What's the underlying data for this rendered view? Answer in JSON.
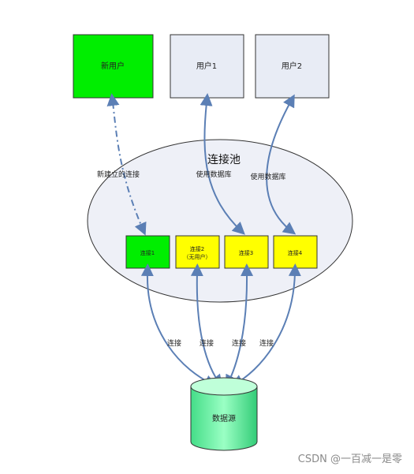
{
  "diagram": {
    "pool_title": "连接池",
    "users": {
      "new_user": "新用户",
      "user1": "用户1",
      "user2": "用户2"
    },
    "connections": {
      "conn1": "连接1",
      "conn2": "连接2",
      "conn2_note": "（无用户）",
      "conn3": "连接3",
      "conn4": "连接4"
    },
    "edge_labels": {
      "new_connection": "新建立的连接",
      "use_db_1": "使用数据库",
      "use_db_2": "使用数据库",
      "link_1": "连接",
      "link_2": "连接",
      "link_3": "连接",
      "link_4": "连接"
    },
    "datasource": "数据源",
    "colors": {
      "new_user_fill": "#00ee00",
      "user_fill": "#e8ecf5",
      "pool_fill": "#eef0f7",
      "conn_active_fill": "#00ee00",
      "conn_fill": "#ffff00",
      "datasource_fill": "#66ee99",
      "arrow": "#5b7fb5"
    }
  },
  "watermark": "CSDN @一百减一是零"
}
